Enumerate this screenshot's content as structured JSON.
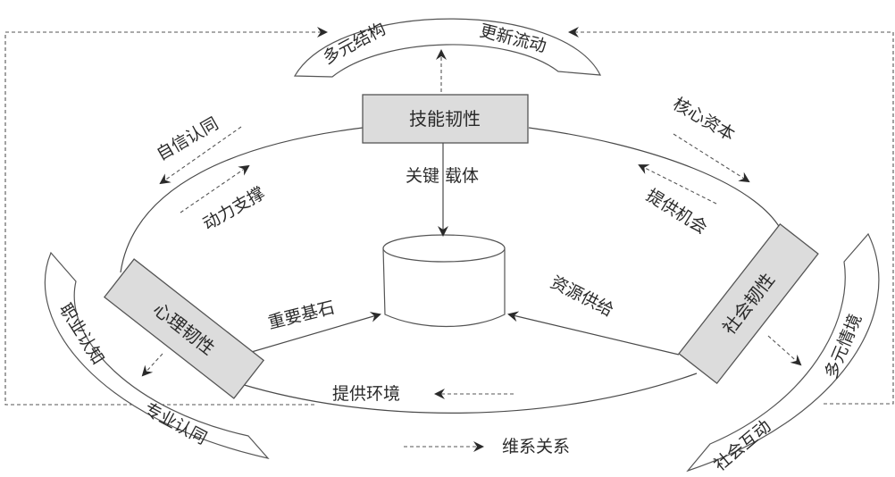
{
  "diagram": {
    "center_node": {
      "shape": "cylinder",
      "label": ""
    },
    "nodes": {
      "skill": {
        "label": "技能韧性"
      },
      "psych": {
        "label": "心理韧性"
      },
      "social": {
        "label": "社会韧性"
      }
    },
    "bands": {
      "top": {
        "left_label": "多元结构",
        "right_label": "更新流动"
      },
      "left": {
        "left_label": "职业认知",
        "right_label": "专业认同"
      },
      "right": {
        "left_label": "社会互动",
        "right_label": "多元情境"
      }
    },
    "edges": {
      "skill_to_center": "关键 载体",
      "psych_to_center": "重要基石",
      "social_to_center": "资源供给",
      "top_left_out": "自信认同",
      "top_left_in": "动力支撑",
      "top_right_out": "核心资本",
      "top_right_in": "提供机会",
      "bottom_in": "提供环境",
      "bottom_out": "维系关系"
    },
    "colors": {
      "box_fill": "#dcdcdc",
      "line": "#4a4a4a",
      "text": "#2a2a2a"
    }
  }
}
